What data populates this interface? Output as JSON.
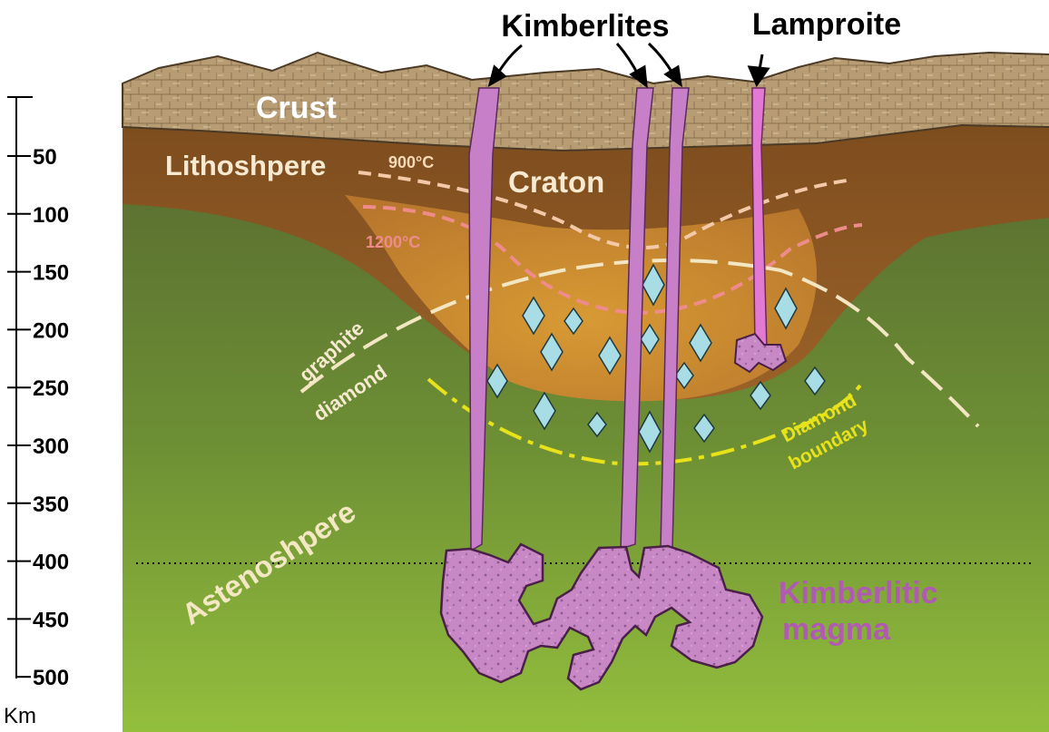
{
  "labels": {
    "kimberlites": "Kimberlites",
    "lamproite": "Lamproite",
    "crust": "Crust",
    "lithosphere": "Lithoshpere",
    "temp_900": "900°C",
    "temp_1200": "1200°C",
    "craton": "Craton",
    "graphite": "graphite",
    "diamond": "diamond",
    "diamond_boundary_1": "Diamond",
    "diamond_boundary_2": "boundary",
    "asthenosphere": "Astenoshpere",
    "magma_1": "Kimberlitic",
    "magma_2": "magma"
  },
  "depth_scale": {
    "unit": "Km",
    "ticks": [
      "50",
      "100",
      "150",
      "200",
      "250",
      "300",
      "350",
      "400",
      "450",
      "500"
    ]
  },
  "colors": {
    "crust": "#b59a73",
    "lithosphere": "#8d5a24",
    "craton": "#c9842c",
    "asthenosphere_top": "#5a6b30",
    "asthenosphere_bottom": "#8fba3c",
    "pipe": "#c77fc8",
    "lamproite_pipe": "#e27ad3",
    "magma": "#c687c4",
    "diamond": "#a9dde6",
    "isotherm_900": "#f4c9a8",
    "isotherm_1200": "#ee8c8c",
    "graphite_diamond_line": "#f3e6c3",
    "diamond_boundary": "#e8e21a",
    "label_light": "#f7ead0",
    "label_magma": "#b05bb1"
  }
}
